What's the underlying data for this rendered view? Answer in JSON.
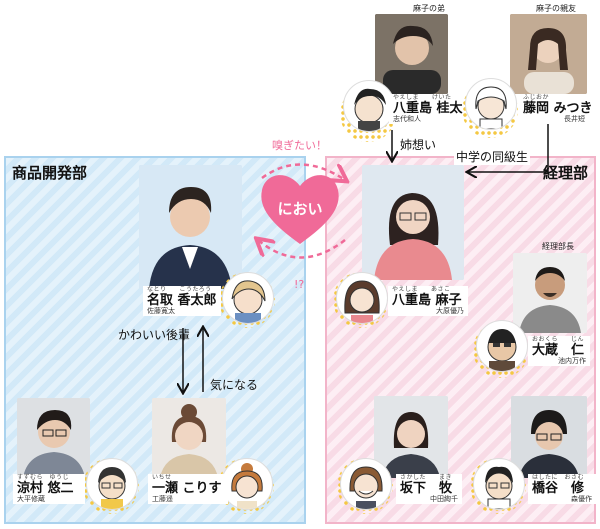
{
  "departments": {
    "left": "商品開発部",
    "right": "経理部"
  },
  "captions": {
    "brother": "麻子の弟",
    "friend": "麻子の親友",
    "manager": "経理部長"
  },
  "relations": {
    "sister": "姉想い",
    "classmate": "中学の同級生",
    "want_smell": "嗅ぎたい！",
    "unknown": "!?",
    "cute_junior": "かわいい後輩",
    "curious": "気になる"
  },
  "center": {
    "smell": "におい"
  },
  "characters": {
    "keita": {
      "ruby": "やえしま　　けいた",
      "name": "八重島 桂太",
      "actor": "志代和人"
    },
    "mitsuki": {
      "ruby": "ふじおか",
      "name": "藤岡 みつき",
      "actor": "長井短"
    },
    "kotaro": {
      "ruby": "なとり　　こうたろう",
      "name": "名取 香太郎",
      "actor": "佐藤寛太"
    },
    "asako": {
      "ruby": "やえしま　　あさこ",
      "name": "八重島 麻子",
      "actor": "大原優乃"
    },
    "jin": {
      "ruby": "おおくら　　じん",
      "name": "大蔵　仁",
      "actor": "池内万作"
    },
    "yuji": {
      "ruby": "すずむら　ゆうじ",
      "name": "涼村 悠二",
      "actor": "大平修蔵"
    },
    "korisu": {
      "ruby": "いちせ",
      "name": "一瀬 こりす",
      "actor": "工藤遥"
    },
    "maki": {
      "ruby": "さかした　　まき",
      "name": "坂下　牧",
      "actor": "中田絢千"
    },
    "osamu": {
      "ruby": "はしたに　おさむ",
      "name": "橋谷　修",
      "actor": "森優作"
    }
  },
  "colors": {
    "heart": "#f06a98",
    "left_border": "#a9d2ee",
    "right_border": "#f2b4c9",
    "dots": "#f4c842"
  }
}
